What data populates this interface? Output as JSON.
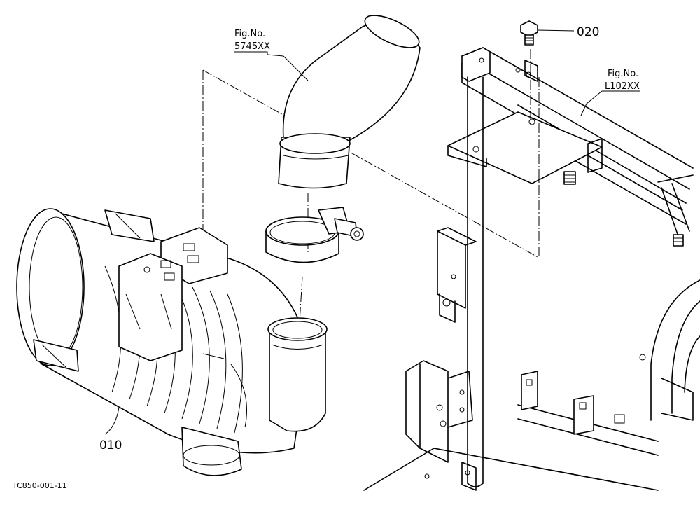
{
  "diagram": {
    "callouts": [
      {
        "id": "part-010",
        "text": "010"
      },
      {
        "id": "part-020",
        "text": "020"
      }
    ],
    "figure_refs": [
      {
        "id": "fig-5745",
        "line1": "Fig.No.",
        "line2": "5745XX"
      },
      {
        "id": "fig-l102",
        "line1": "Fig.No.",
        "line2": "L102XX"
      }
    ],
    "drawing_code": "TC850-001-11"
  }
}
